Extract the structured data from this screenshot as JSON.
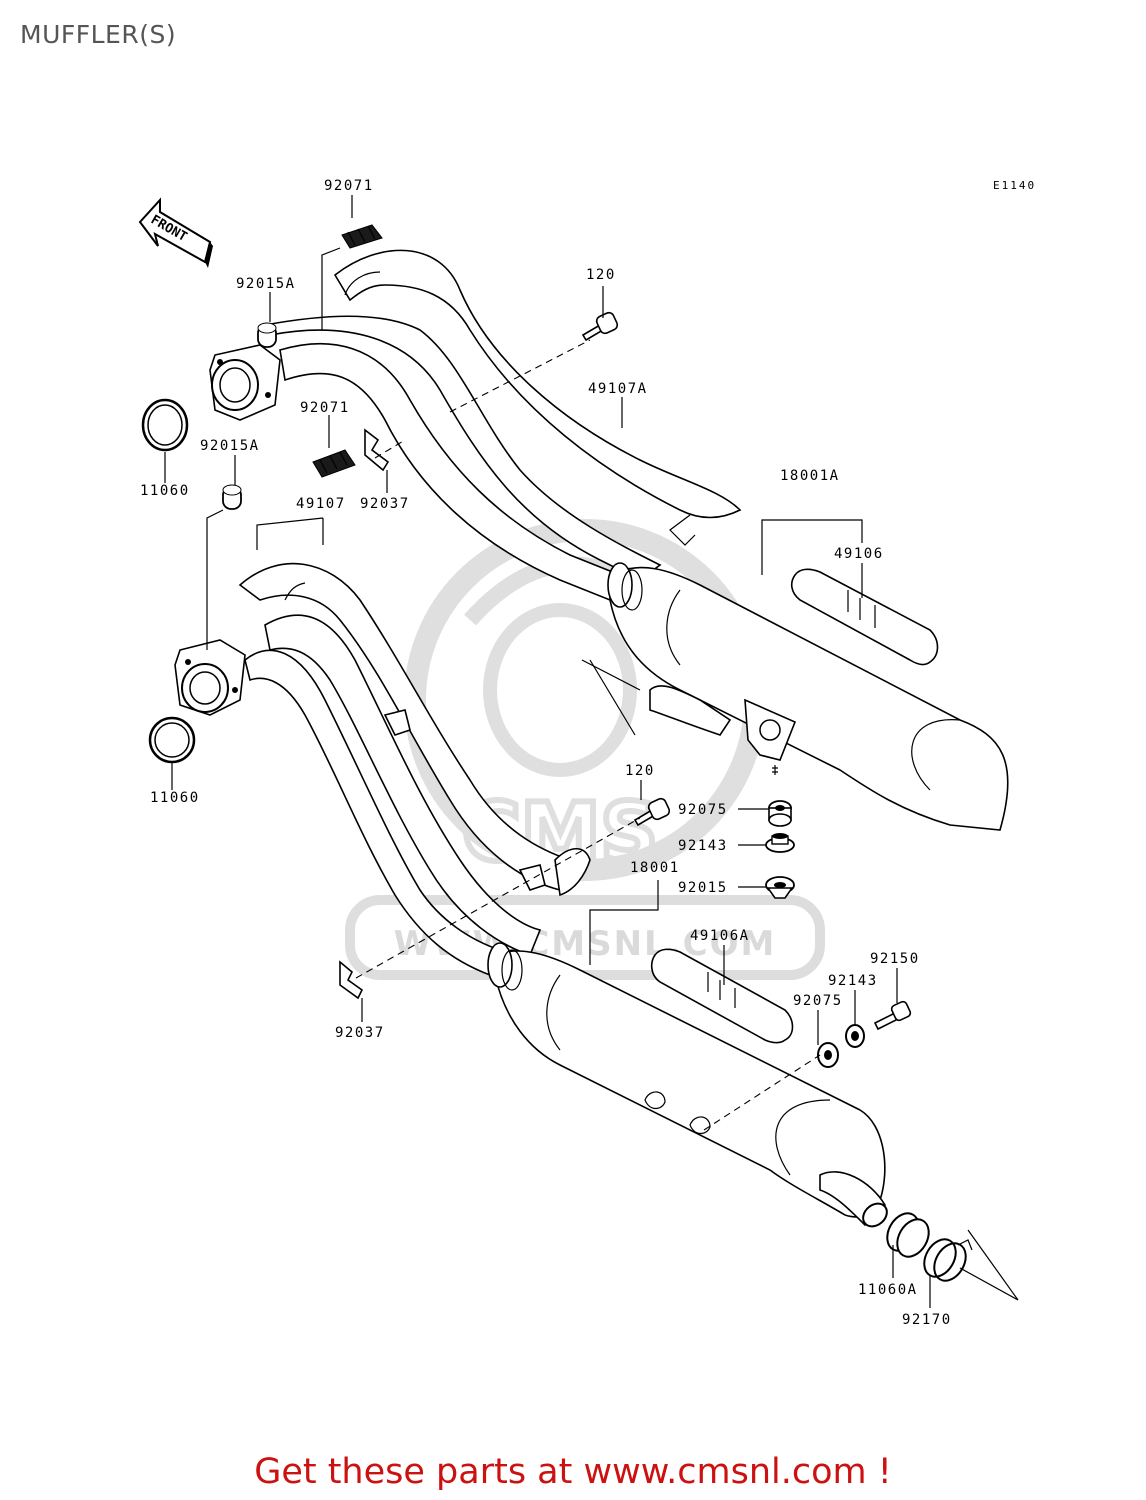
{
  "page": {
    "title": "MUFFLER(S)",
    "diagram_code": "E1140",
    "front_label": "FRONT",
    "footer": "Get these parts at www.cmsnl.com !"
  },
  "watermark": {
    "text": "WWW.CMSNL.COM",
    "brand": "CMS"
  },
  "parts": [
    {
      "id": "p_92071_top",
      "number": "92071"
    },
    {
      "id": "p_92015a_top",
      "number": "92015A"
    },
    {
      "id": "p_120_top",
      "number": "120"
    },
    {
      "id": "p_49107a",
      "number": "49107A"
    },
    {
      "id": "p_92071_mid",
      "number": "92071"
    },
    {
      "id": "p_92015a_mid",
      "number": "92015A"
    },
    {
      "id": "p_11060_top",
      "number": "11060"
    },
    {
      "id": "p_49107",
      "number": "49107"
    },
    {
      "id": "p_92037_top",
      "number": "92037"
    },
    {
      "id": "p_18001a",
      "number": "18001A"
    },
    {
      "id": "p_49106",
      "number": "49106"
    },
    {
      "id": "p_11060_bot",
      "number": "11060"
    },
    {
      "id": "p_120_mid",
      "number": "120"
    },
    {
      "id": "p_92075_top",
      "number": "92075"
    },
    {
      "id": "p_92143_top",
      "number": "92143"
    },
    {
      "id": "p_18001",
      "number": "18001"
    },
    {
      "id": "p_92015",
      "number": "92015"
    },
    {
      "id": "p_49106a",
      "number": "49106A"
    },
    {
      "id": "p_92150",
      "number": "92150"
    },
    {
      "id": "p_92143_bot",
      "number": "92143"
    },
    {
      "id": "p_92075_bot",
      "number": "92075"
    },
    {
      "id": "p_92037_bot",
      "number": "92037"
    },
    {
      "id": "p_11060a",
      "number": "11060A"
    },
    {
      "id": "p_92170",
      "number": "92170"
    }
  ]
}
